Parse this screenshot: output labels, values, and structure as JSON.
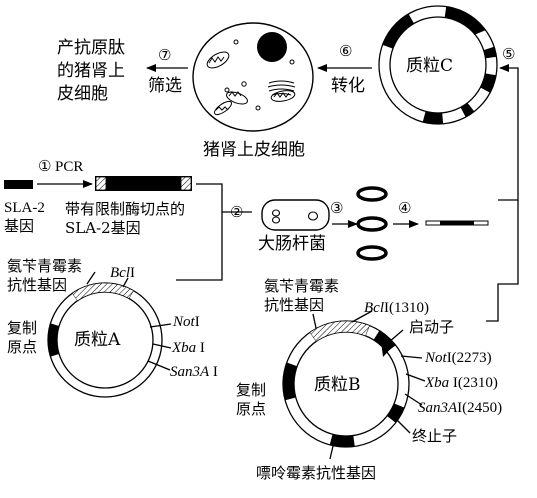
{
  "result": {
    "line1": "产抗原肽",
    "line2": "的猪肾上",
    "line3": "皮细胞"
  },
  "steps": {
    "pcr": {
      "num": "①",
      "label": "PCR"
    },
    "s2": "②",
    "s3": "③",
    "s4": "④",
    "s5": "⑤",
    "s6": {
      "num": "⑥",
      "label": "转化"
    },
    "s7": {
      "num": "⑦",
      "label": "筛选"
    }
  },
  "cell_label": "猪肾上皮细胞",
  "plasmid_c_label": "质粒C",
  "sla2": {
    "line1": "SLA-2",
    "line2": "基因"
  },
  "sla2_cut": {
    "line1": "带有限制酶切点的",
    "line2": "SLA-2基因"
  },
  "ecoli_label": "大肠杆菌",
  "plasmid_a": {
    "amp": {
      "line1": "氨苄青霉素",
      "line2": "抗性基因"
    },
    "bcl": {
      "name": "Bcl",
      "roman": "I"
    },
    "not": {
      "name": "Not",
      "roman": "I"
    },
    "xba": {
      "name": "Xba",
      "roman": " I"
    },
    "san": {
      "name": "San3A",
      "roman": " I"
    },
    "ori": {
      "line1": "复制",
      "line2": "原点"
    },
    "label": "质粒A"
  },
  "plasmid_b": {
    "amp": {
      "line1": "氨苄青霉素",
      "line2": "抗性基因"
    },
    "bcl": {
      "name": "Bcl",
      "roman": "I(1310)"
    },
    "promoter": "启动子",
    "not": {
      "name": "Not",
      "roman": "I(2273)"
    },
    "xba": {
      "name": "Xba",
      "roman": " I(2310)"
    },
    "san": {
      "name": "San3A",
      "roman": "I(2450)"
    },
    "ori": {
      "line1": "复制",
      "line2": "原点"
    },
    "terminator": "终止子",
    "puro": "嘌呤霉素抗性基因",
    "label": "质粒B"
  }
}
